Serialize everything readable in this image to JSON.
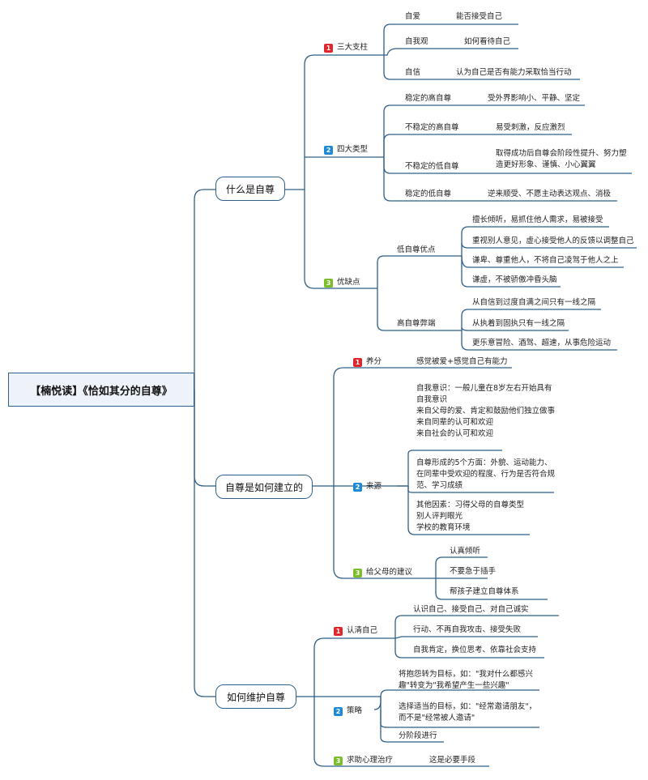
{
  "root": "【楠悦读】《恰如其分的自尊》",
  "colors": {
    "badge1": "#e0252b",
    "badge2": "#1e8ad6",
    "badge3": "#7cbd2a",
    "line": "#2f5f8a"
  },
  "sections": [
    {
      "title": "什么是自尊",
      "children": [
        {
          "num": "1",
          "label": "三大支柱",
          "items": [
            {
              "label": "自爱",
              "desc": "能否接受自己"
            },
            {
              "label": "自我观",
              "desc": "如何看待自己"
            },
            {
              "label": "自信",
              "desc": "认为自己是否有能力采取恰当行动"
            }
          ]
        },
        {
          "num": "2",
          "label": "四大类型",
          "items": [
            {
              "label": "稳定的高自尊",
              "desc": "受外界影响小、平静、坚定"
            },
            {
              "label": "不稳定的高自尊",
              "desc": "易受刺激，反应激烈"
            },
            {
              "label": "不稳定的低自尊",
              "desc": "取得成功后自尊会阶段性提升、努力塑造更好形象、谨慎、小心翼翼"
            },
            {
              "label": "稳定的低自尊",
              "desc": "逆来顺受、不愿主动表达观点、消极"
            }
          ]
        },
        {
          "num": "3",
          "label": "优缺点",
          "groups": [
            {
              "label": "低自尊优点",
              "items": [
                "擅长倾听，易抓住他人需求，易被接受",
                "重视别人意见，虚心接受他人的反馈以调整自己",
                "谦卑、尊重他人，不将自己凌驾于他人之上",
                "谦虚，不被骄傲冲昏头脑"
              ]
            },
            {
              "label": "高自尊弊端",
              "items": [
                "从自信到过度自满之间只有一线之隔",
                "从执着到固执只有一线之隔",
                "更乐意冒险、酒驾、超速，从事危险运动"
              ]
            }
          ]
        }
      ]
    },
    {
      "title": "自尊是如何建立的",
      "children": [
        {
          "num": "1",
          "label": "养分",
          "desc": "感觉被爱+感觉自己有能力"
        },
        {
          "num": "2",
          "label": "来源",
          "blocks": [
            "自我意识：一般儿童在8岁左右开始具有自我意识\n来自父母的爱、肯定和鼓励他们独立做事\n来自同辈的认可和欢迎\n来自社会的认可和欢迎",
            "自尊形成的5个方面：外貌、运动能力、在同辈中受欢迎的程度、行为是否符合规范、学习成绩",
            "其他因素：习得父母的自尊类型\n别人评判眼光\n学校的教育环境"
          ]
        },
        {
          "num": "3",
          "label": "给父母的建议",
          "items": [
            "认真倾听",
            "不要急于插手",
            "帮孩子建立自尊体系"
          ]
        }
      ]
    },
    {
      "title": "如何维护自尊",
      "children": [
        {
          "num": "1",
          "label": "认清自己",
          "items": [
            "认识自己、接受自己、对自己诚实",
            "行动、不再自我攻击、接受失败",
            "自我肯定，换位思考、依靠社会支持"
          ]
        },
        {
          "num": "2",
          "label": "策略",
          "items": [
            "将抱怨转为目标，如：\"我对什么都感兴趣\"转变为\"我希望产生一些兴趣\"",
            "选择适当的目标，如：\"经常邀请朋友\"，而不是\"经常被人邀请\"",
            "分阶段进行"
          ]
        },
        {
          "num": "3",
          "label": "求助心理治疗",
          "desc": "这是必要手段"
        }
      ]
    }
  ]
}
